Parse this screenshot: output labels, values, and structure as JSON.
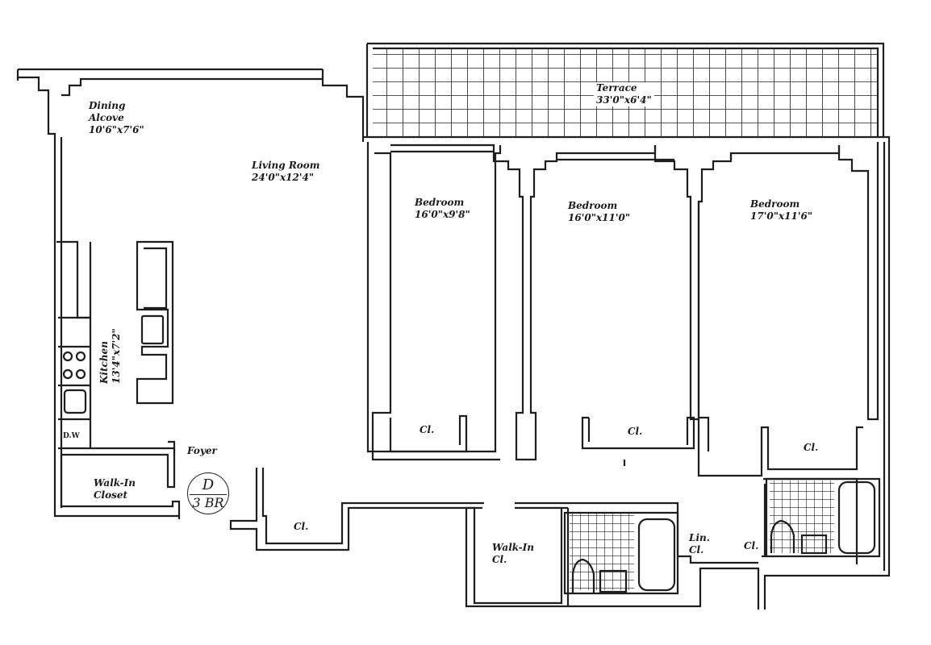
{
  "plan": {
    "unit_badge": {
      "letter": "D",
      "type": "3 BR"
    },
    "rooms": {
      "dining": {
        "name_line1": "Dining",
        "name_line2": "Alcove",
        "dims": "10'6\"x7'6\""
      },
      "living": {
        "name": "Living Room",
        "dims": "24'0\"x12'4\""
      },
      "terrace": {
        "name": "Terrace",
        "dims": "33'0\"x6'4\""
      },
      "bedroom1": {
        "name": "Bedroom",
        "dims": "16'0\"x9'8\""
      },
      "bedroom2": {
        "name": "Bedroom",
        "dims": "16'0\"x11'0\""
      },
      "bedroom3": {
        "name": "Bedroom",
        "dims": "17'0\"x11'6\""
      },
      "kitchen": {
        "name": "Kitchen",
        "dims": "13'4\"x7'2\""
      },
      "foyer": {
        "name": "Foyer"
      },
      "walkin_closet_left": {
        "name_line1": "Walk-In",
        "name_line2": "Closet"
      },
      "walkin_closet_center": {
        "name_line1": "Walk-In",
        "name_line2": "Cl."
      },
      "closet_foyer": {
        "name": "Cl."
      },
      "closet_bed1": {
        "name": "Cl."
      },
      "closet_bed2": {
        "name": "Cl."
      },
      "closet_bed3": {
        "name": "Cl."
      },
      "closet_hall": {
        "name": "Cl."
      },
      "linen_closet": {
        "name_line1": "Lin.",
        "name_line2": "Cl."
      },
      "dishwasher": {
        "name": "D.W"
      }
    },
    "colors": {
      "line": "#1e1e1e",
      "paper": "#ffffff"
    }
  }
}
